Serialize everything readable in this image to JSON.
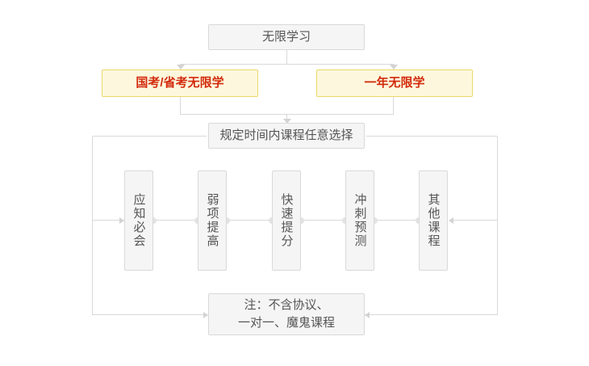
{
  "diagram": {
    "title": "无限学习",
    "root": {
      "label": "无限学习"
    },
    "plans": [
      {
        "label": "国考/省考无限学"
      },
      {
        "label": "一年无限学"
      }
    ],
    "choice": {
      "label": "规定时间内课程任意选择"
    },
    "courses": [
      {
        "label": "应知必会"
      },
      {
        "label": "弱项提高"
      },
      {
        "label": "快速提分"
      },
      {
        "label": "冲刺预测"
      },
      {
        "label": "其他课程"
      }
    ],
    "note": {
      "line1": "注：不含协议、",
      "line2": "一对一、魔鬼课程"
    },
    "colors": {
      "box_fill": "#f5f5f5",
      "box_border": "#d9d9d9",
      "highlight_fill": "#fdf8dd",
      "highlight_border": "#ecd96a",
      "highlight_text": "#d32a0c",
      "text": "#555555",
      "connector": "#d9d9d9"
    }
  }
}
